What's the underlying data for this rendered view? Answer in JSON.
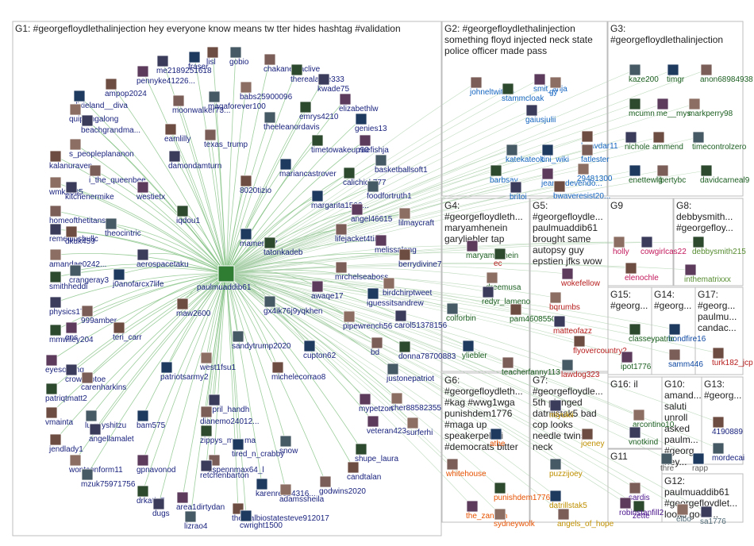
{
  "groups": [
    {
      "id": "G1",
      "lines": [
        "G1: #georgefloydlethalinjection hey everyone know means tw tter hides hashtag #validation"
      ],
      "color": "#1a237e"
    },
    {
      "id": "G2",
      "lines": [
        "G2: #georgefloydlethalinjection",
        "something floyd injected neck state",
        "police officer made pass"
      ],
      "color": "#1565c0"
    },
    {
      "id": "G3",
      "lines": [
        "G3:",
        "#georgefloydlethalinjection"
      ],
      "color": "#1b5e20"
    },
    {
      "id": "G4",
      "lines": [
        "G4:",
        "#georgefloydleth...",
        "maryamhenein",
        "garyliebler tap"
      ],
      "color": "#1b5e20"
    },
    {
      "id": "G5",
      "lines": [
        "G5:",
        "#georgefloydle...",
        "paulmuaddib61",
        "brought same",
        "autopsy guy",
        "epstien jfks wow"
      ],
      "color": "#b71c1c"
    },
    {
      "id": "G6",
      "lines": [
        "G6:",
        "#georgefloydleth...",
        "#kag #wwg1wga",
        "punishdem1776",
        "#maga up",
        "speakerpelosi",
        "#democrats bitter"
      ],
      "color": "#e65100"
    },
    {
      "id": "G7",
      "lines": [
        "G7:",
        "#georgefloydle...",
        "5th plunged",
        "datrillstak5 bad",
        "cop looks",
        "needle twins",
        "neck"
      ],
      "color": "#bf8f00"
    },
    {
      "id": "G8",
      "lines": [
        "G8:",
        "debbysmith...",
        "#georgefloy..."
      ],
      "color": "#558b2f"
    },
    {
      "id": "G9",
      "lines": [
        "G9"
      ],
      "color": "#c2185b"
    },
    {
      "id": "G10",
      "lines": [
        "G10:",
        "amand...",
        "saluti",
        "unroll",
        "asked",
        "paulm...",
        "#georg...",
        "hey..."
      ],
      "color": "#616161"
    },
    {
      "id": "G11",
      "lines": [
        "G11"
      ],
      "color": "#4a148c"
    },
    {
      "id": "G12",
      "lines": [
        "G12:",
        "paulmuaddib61",
        "#georgefloydlet...",
        "looks good..."
      ],
      "color": "#546e7a"
    },
    {
      "id": "G13",
      "lines": [
        "G13:",
        "#georg..."
      ],
      "color": "#1a237e"
    },
    {
      "id": "G14",
      "lines": [
        "G14:",
        "#georg..."
      ],
      "color": "#0d47a1"
    },
    {
      "id": "G15",
      "lines": [
        "G15:",
        "#georg..."
      ],
      "color": "#1b5e20"
    },
    {
      "id": "G16",
      "lines": [
        "G16: il"
      ],
      "color": "#1b5e20"
    },
    {
      "id": "G17",
      "lines": [
        "G17:",
        "#georg...",
        "paulmu...",
        "candac..."
      ],
      "color": "#b71c1c"
    }
  ],
  "hub": {
    "label": "paulmuaddib61"
  },
  "nodes": [
    {
      "g": "G1",
      "label": "me2189251618"
    },
    {
      "g": "G1",
      "label": "lisl"
    },
    {
      "g": "G1",
      "label": "gobio"
    },
    {
      "g": "G1",
      "label": "fraser"
    },
    {
      "g": "G1",
      "label": "chakanetzaclive"
    },
    {
      "g": "G1",
      "label": "therealalice333"
    },
    {
      "g": "G1",
      "label": "pennyke41226..."
    },
    {
      "g": "G1",
      "label": "babs25900096"
    },
    {
      "g": "G1",
      "label": "kwade75"
    },
    {
      "g": "G1",
      "label": "ampop2024"
    },
    {
      "g": "G1",
      "label": "magaforever100"
    },
    {
      "g": "G1",
      "label": "dixieland__diva"
    },
    {
      "g": "G1",
      "label": "moonwalker73..."
    },
    {
      "g": "G1",
      "label": "emrys4210"
    },
    {
      "g": "G1",
      "label": "elizabethlw"
    },
    {
      "g": "G1",
      "label": "quippingalong"
    },
    {
      "g": "G1",
      "label": "beachgrandma..."
    },
    {
      "g": "G1",
      "label": "eamlilly"
    },
    {
      "g": "G1",
      "label": "theeleanordavis"
    },
    {
      "g": "G1",
      "label": "genies13"
    },
    {
      "g": "G1",
      "label": "texas_trump"
    },
    {
      "g": "G1",
      "label": "timetowakeup90"
    },
    {
      "g": "G1",
      "label": "ruefishja"
    },
    {
      "g": "G1",
      "label": "s_peopleplananon"
    },
    {
      "g": "G1",
      "label": "damondamturn"
    },
    {
      "g": "G1",
      "label": "kalanuraven"
    },
    {
      "g": "G1",
      "label": "basketballsoft1"
    },
    {
      "g": "G1",
      "label": "mariancastrover"
    },
    {
      "g": "G1",
      "label": "i_the_queenbee"
    },
    {
      "g": "G1",
      "label": "calichick777"
    },
    {
      "g": "G1",
      "label": "westietx"
    },
    {
      "g": "G1",
      "label": "wmk1035"
    },
    {
      "g": "G1",
      "label": "kitchenermike"
    },
    {
      "g": "G1",
      "label": "8020tizio"
    },
    {
      "g": "G1",
      "label": "foodfortruth1"
    },
    {
      "g": "G1",
      "label": "margarita1502..."
    },
    {
      "g": "G1",
      "label": "homeofthetitans"
    },
    {
      "g": "G1",
      "label": "iqdou1"
    },
    {
      "g": "G1",
      "label": "angel46615"
    },
    {
      "g": "G1",
      "label": "lilmaycraft"
    },
    {
      "g": "G1",
      "label": "remediosbullc"
    },
    {
      "g": "G1",
      "label": "dkdk459"
    },
    {
      "g": "G1",
      "label": "theocintric"
    },
    {
      "g": "G1",
      "label": "mamere17"
    },
    {
      "g": "G1",
      "label": "lifejacket4tink"
    },
    {
      "g": "G1",
      "label": "tatonkadeb"
    },
    {
      "g": "G1",
      "label": "melissalong"
    },
    {
      "g": "G1",
      "label": "amandae0242..."
    },
    {
      "g": "G1",
      "label": "aerospacetaku"
    },
    {
      "g": "G1",
      "label": "berrydivine7"
    },
    {
      "g": "G1",
      "label": "crangeray3"
    },
    {
      "g": "G1",
      "label": "j0anofarcx7life"
    },
    {
      "g": "G1",
      "label": "mrchelseaboss"
    },
    {
      "g": "G1",
      "label": "smithheddi"
    },
    {
      "g": "G1",
      "label": "awaqe17"
    },
    {
      "g": "G1",
      "label": "birdchirptweet"
    },
    {
      "g": "G1",
      "label": "physics171"
    },
    {
      "g": "G1",
      "label": "maw2600"
    },
    {
      "g": "G1",
      "label": "gx4ik76j9yqkhen"
    },
    {
      "g": "G1",
      "label": "iguessitsandrew"
    },
    {
      "g": "G1",
      "label": "999amber"
    },
    {
      "g": "G1",
      "label": "mmwiley204"
    },
    {
      "g": "G1",
      "label": "ens"
    },
    {
      "g": "G1",
      "label": "pipewrench56"
    },
    {
      "g": "G1",
      "label": "carol51378156"
    },
    {
      "g": "G1",
      "label": "teri_carr"
    },
    {
      "g": "G1",
      "label": "sandytrump2020"
    },
    {
      "g": "G1",
      "label": "cupton62"
    },
    {
      "g": "G1",
      "label": "bd"
    },
    {
      "g": "G1",
      "label": "donna78700883"
    },
    {
      "g": "G1",
      "label": "eyesopenq"
    },
    {
      "g": "G1",
      "label": "west1fsu1"
    },
    {
      "g": "G1",
      "label": "crowntiptoe"
    },
    {
      "g": "G1",
      "label": "michelecorrao8"
    },
    {
      "g": "G1",
      "label": "justonepatriot"
    },
    {
      "g": "G1",
      "label": "patriotsarmy2"
    },
    {
      "g": "G1",
      "label": "carenharkins"
    },
    {
      "g": "G1",
      "label": "patriqtmatt2"
    },
    {
      "g": "G1",
      "label": "mypetzon"
    },
    {
      "g": "G1",
      "label": "cher88582355"
    },
    {
      "g": "G1",
      "label": "april_handh"
    },
    {
      "g": "G1",
      "label": "vmainta"
    },
    {
      "g": "G1",
      "label": "luvmyshitzu"
    },
    {
      "g": "G1",
      "label": "bam575"
    },
    {
      "g": "G1",
      "label": "dianemo24012..."
    },
    {
      "g": "G1",
      "label": "zippys_mamma"
    },
    {
      "g": "G1",
      "label": "veteran423"
    },
    {
      "g": "G1",
      "label": "surferhi"
    },
    {
      "g": "G1",
      "label": "angellamalet"
    },
    {
      "g": "G1",
      "label": "jendlady1"
    },
    {
      "g": "G1",
      "label": "snow"
    },
    {
      "g": "G1",
      "label": "tired_n_crabby"
    },
    {
      "g": "G1",
      "label": "aspennmax64_l"
    },
    {
      "g": "G1",
      "label": "shupe_laura"
    },
    {
      "g": "G1",
      "label": "gpnavonod"
    },
    {
      "g": "G1",
      "label": "wontconform11"
    },
    {
      "g": "G1",
      "label": "retchenbarton"
    },
    {
      "g": "G1",
      "label": "candtalan"
    },
    {
      "g": "G1",
      "label": "mzuk75971756"
    },
    {
      "g": "G1",
      "label": "karenre834316..."
    },
    {
      "g": "G1",
      "label": "godwins2020"
    },
    {
      "g": "G1",
      "label": "drkatie7"
    },
    {
      "g": "G1",
      "label": "area1dirtydan"
    },
    {
      "g": "G1",
      "label": "adamssheila"
    },
    {
      "g": "G1",
      "label": "dugs"
    },
    {
      "g": "G1",
      "label": "therealbiostatesteve912017"
    },
    {
      "g": "G1",
      "label": "lizrao4"
    },
    {
      "g": "G1",
      "label": "cwright1500"
    },
    {
      "g": "G2",
      "label": "johneltwitero"
    },
    {
      "g": "G2",
      "label": "stammcloak"
    },
    {
      "g": "G2",
      "label": "smit_anja"
    },
    {
      "g": "G2",
      "label": "gy"
    },
    {
      "g": "G2",
      "label": "gaiusjulii"
    },
    {
      "g": "G2",
      "label": "beavdar11"
    },
    {
      "g": "G2",
      "label": "katekateok"
    },
    {
      "g": "G2",
      "label": "tini_wiki"
    },
    {
      "g": "G2",
      "label": "fatlester"
    },
    {
      "g": "G2",
      "label": "barbsay"
    },
    {
      "g": "G2",
      "label": "jeannedevendo..."
    },
    {
      "g": "G2",
      "label": "29481300"
    },
    {
      "g": "G2",
      "label": "britoi"
    },
    {
      "g": "G2",
      "label": "bwaveresist20..."
    },
    {
      "g": "G3",
      "label": "kaze200"
    },
    {
      "g": "G3",
      "label": "timgr"
    },
    {
      "g": "G3",
      "label": "anon68984938"
    },
    {
      "g": "G3",
      "label": "mcumn"
    },
    {
      "g": "G3",
      "label": "me__mys"
    },
    {
      "g": "G3",
      "label": "markperry98"
    },
    {
      "g": "G3",
      "label": "nichole"
    },
    {
      "g": "G3",
      "label": "ammend"
    },
    {
      "g": "G3",
      "label": "timecontrolzero"
    },
    {
      "g": "G3",
      "label": "enettewig"
    },
    {
      "g": "G3",
      "label": "libertybc"
    },
    {
      "g": "G3",
      "label": "davidcarneal9"
    },
    {
      "g": "G4",
      "label": "maryamhenein"
    },
    {
      "g": "G4",
      "label": "dreemusa"
    },
    {
      "g": "G4",
      "label": "redyr_lameno"
    },
    {
      "g": "G4",
      "label": "pam46085508"
    },
    {
      "g": "G4",
      "label": "colforbin"
    },
    {
      "g": "G4",
      "label": "yliebler"
    },
    {
      "g": "G4",
      "label": "teacherfanny113"
    },
    {
      "g": "G5",
      "label": "ec"
    },
    {
      "g": "G5",
      "label": "wokefellow"
    },
    {
      "g": "G5",
      "label": "bqrumbs"
    },
    {
      "g": "G5",
      "label": "matteofazz"
    },
    {
      "g": "G5",
      "label": "flyovercountry2"
    },
    {
      "g": "G5",
      "label": "lawdog323"
    },
    {
      "g": "G6",
      "label": "athe"
    },
    {
      "g": "G6",
      "label": "whitehouse"
    },
    {
      "g": "G6",
      "label": "punishdem1776"
    },
    {
      "g": "G6",
      "label": "the_zannah"
    },
    {
      "g": "G6",
      "label": "sydneywolk"
    },
    {
      "g": "G7",
      "label": "miyukii"
    },
    {
      "g": "G7",
      "label": "joeney"
    },
    {
      "g": "G7",
      "label": "puzzijoey"
    },
    {
      "g": "G7",
      "label": "datrillstak5"
    },
    {
      "g": "G7",
      "label": "angels_of_hope"
    },
    {
      "g": "G8",
      "label": "debbysmith215"
    },
    {
      "g": "G8",
      "label": "inthematrixxx"
    },
    {
      "g": "G9",
      "label": "holly"
    },
    {
      "g": "G9",
      "label": "cowgirlcas22"
    },
    {
      "g": "G9",
      "label": "elenochle"
    },
    {
      "g": "G10",
      "label": "thre"
    },
    {
      "g": "G10",
      "label": "rapp"
    },
    {
      "g": "G11",
      "label": "sardis"
    },
    {
      "g": "G11",
      "label": "zette"
    },
    {
      "g": "G11",
      "label": "robinstanfill2"
    },
    {
      "g": "G12",
      "label": "elbo"
    },
    {
      "g": "G12",
      "label": "sa1776"
    },
    {
      "g": "G13",
      "label": "4190889"
    },
    {
      "g": "G13",
      "label": "mordecai"
    },
    {
      "g": "G14",
      "label": "bondfire16"
    },
    {
      "g": "G14",
      "label": "samm446"
    },
    {
      "g": "G15",
      "label": "classeypatric"
    },
    {
      "g": "G15",
      "label": "ipot1776"
    },
    {
      "g": "G16",
      "label": "arcontino10"
    },
    {
      "g": "G16",
      "label": "vnotkind"
    },
    {
      "g": "G17",
      "label": "turk182_jcp"
    }
  ]
}
